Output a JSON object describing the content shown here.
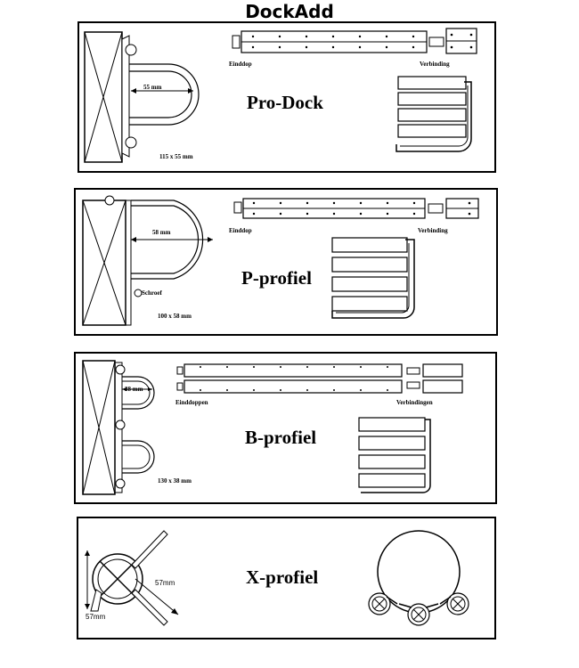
{
  "title": "DockAdd",
  "panels": {
    "prodock": {
      "name": "Pro-Dock",
      "width_label": "55 mm",
      "size_label": "115 x 55 mm",
      "end_cap_label": "Einddop",
      "connector_label": "Verbinding"
    },
    "pprofiel": {
      "name": "P-profiel",
      "width_label": "58 mm",
      "screw_label": "Schroef",
      "size_label": "100 x 58 mm",
      "end_cap_label": "Einddop",
      "connector_label": "Verbinding"
    },
    "bprofiel": {
      "name": "B-profiel",
      "width_label": "38 mm",
      "size_label": "130 x 38 mm",
      "end_cap_label": "Einddoppen",
      "connector_label": "Verbindingen"
    },
    "xprofiel": {
      "name": "X-profiel",
      "dim_label_1": "57mm",
      "dim_label_2": "57mm"
    }
  }
}
